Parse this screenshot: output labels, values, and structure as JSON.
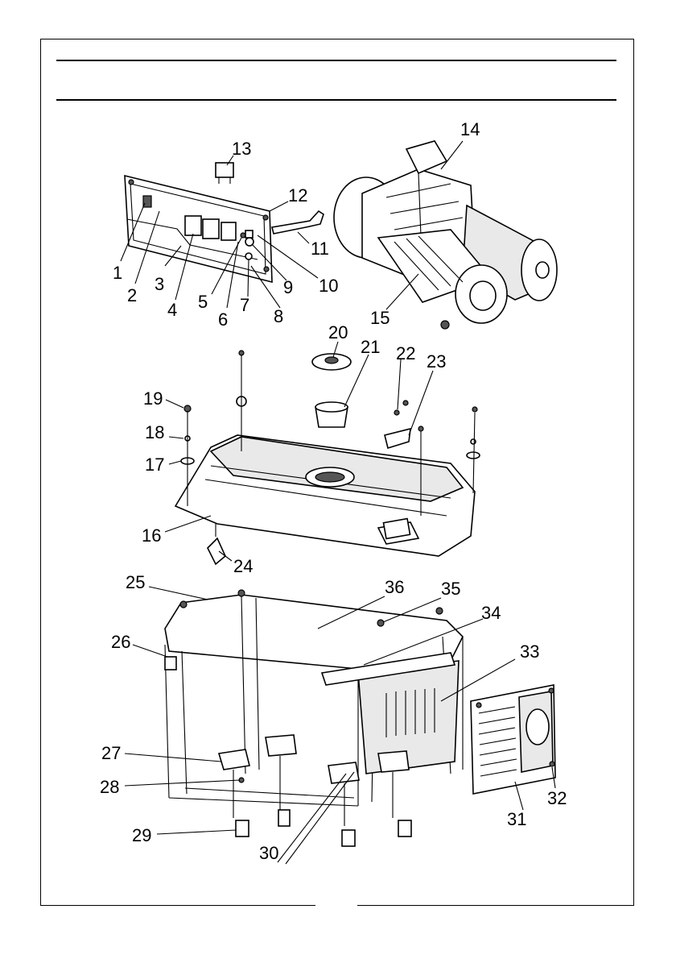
{
  "callouts": [
    {
      "n": "1"
    },
    {
      "n": "2"
    },
    {
      "n": "3"
    },
    {
      "n": "4"
    },
    {
      "n": "5"
    },
    {
      "n": "6"
    },
    {
      "n": "7"
    },
    {
      "n": "8"
    },
    {
      "n": "9"
    },
    {
      "n": "10"
    },
    {
      "n": "11"
    },
    {
      "n": "12"
    },
    {
      "n": "13"
    },
    {
      "n": "14"
    },
    {
      "n": "15"
    },
    {
      "n": "16"
    },
    {
      "n": "17"
    },
    {
      "n": "18"
    },
    {
      "n": "19"
    },
    {
      "n": "20"
    },
    {
      "n": "21"
    },
    {
      "n": "22"
    },
    {
      "n": "23"
    },
    {
      "n": "24"
    },
    {
      "n": "25"
    },
    {
      "n": "26"
    },
    {
      "n": "27"
    },
    {
      "n": "28"
    },
    {
      "n": "29"
    },
    {
      "n": "30"
    },
    {
      "n": "31"
    },
    {
      "n": "32"
    },
    {
      "n": "33"
    },
    {
      "n": "34"
    },
    {
      "n": "35"
    },
    {
      "n": "36"
    }
  ],
  "colors": {
    "ink": "#000000",
    "paper": "#ffffff",
    "shade": "#e9e9e9"
  }
}
